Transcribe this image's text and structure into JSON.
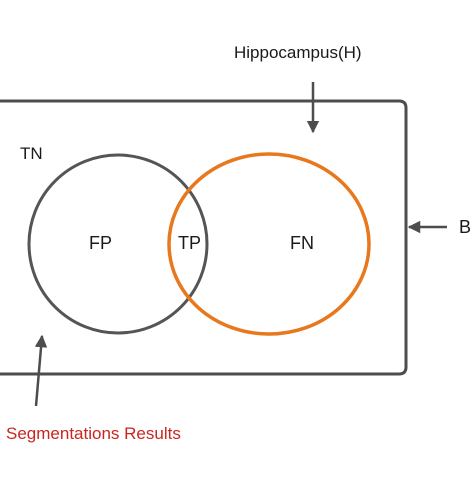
{
  "labels": {
    "hippocampus": "Hippocampus(H)",
    "background": "B",
    "tn": "TN",
    "fp": "FP",
    "tp": "TP",
    "fn": "FN",
    "segmentation": "Segmentations Results"
  },
  "colors": {
    "box_stroke": "#4d4d4d",
    "segmentation_circle": "#555555",
    "hippocampus_circle": "#e8781e",
    "arrow": "#4d4d4d",
    "text": "#1a1a1a",
    "segmentation_text": "#c8261f"
  }
}
